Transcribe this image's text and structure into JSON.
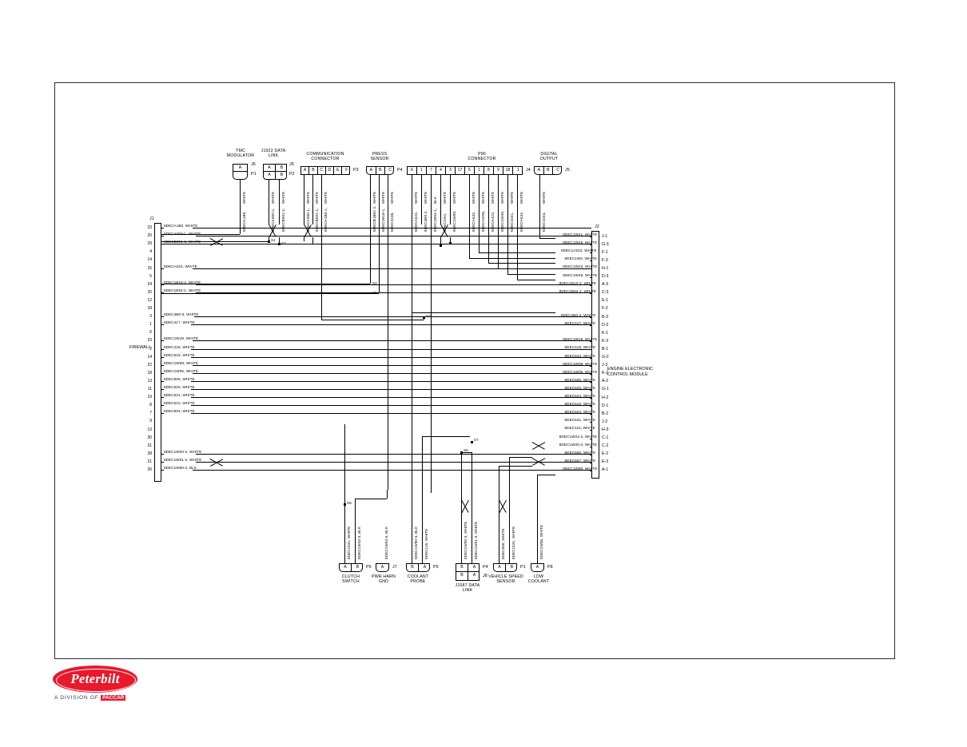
{
  "sheet": {
    "brand": "Peterbilt",
    "brand_sub_pre": "A DIVISION OF ",
    "brand_sub_mark": "PACCAR",
    "firewall_label": "FIREWALL",
    "ecm_label": "ENGINE ELECTRONIC\nCONTROL MODULE"
  },
  "top_connectors": [
    {
      "name": "top-connector-tmc",
      "title": "TMC\nMODULATOR",
      "pins": [
        "A"
      ],
      "ref_top": "J6",
      "ref_bottom": "P1",
      "wires": [
        {
          "gauge": "WHITE",
          "code": "8DECA1B0,"
        }
      ]
    },
    {
      "name": "top-connector-j1922",
      "title": "J1922 DATA\nLINK",
      "pins": [
        "A",
        "B"
      ],
      "ref_top": "J5",
      "ref_bottom": "P2",
      "wires": [
        {
          "gauge": "WHITE",
          "code": "8DECA000-2,"
        },
        {
          "gauge": "WHITE",
          "code": "8DECB001-2,"
        }
      ]
    },
    {
      "name": "top-connector-communication",
      "title": "COMMUNICATION\nCONNECTOR",
      "pins": [
        "A",
        "B",
        "C",
        "D",
        "E",
        "F"
      ],
      "ref_top": "",
      "ref_bottom": "P3",
      "wires": [
        {
          "gauge": "WHITE",
          "code": "8DECA000-1,"
        },
        {
          "gauge": "WHITE",
          "code": "8DECB001-2,"
        },
        {
          "gauge": "WHITE",
          "code": "8DECA1B0-1,"
        }
      ]
    },
    {
      "name": "top-connector-press-sensor",
      "title": "PRESS\nSENSOR",
      "pins": [
        "A",
        "B",
        "C"
      ],
      "ref_top": "",
      "ref_bottom": "P4",
      "wires": [
        {
          "gauge": "WHITE",
          "code": "8DECB1B52-2,"
        },
        {
          "gauge": "WHITE",
          "code": "8DEC1B18-1,"
        },
        {
          "gauge": "WHITE",
          "code": "8DEC3106,"
        }
      ]
    },
    {
      "name": "top-connector-p96",
      "title": "P96\nCONNECTOR",
      "pins": [
        "6",
        "1",
        "7",
        "4",
        "3",
        "17",
        "5",
        "1",
        "8",
        "9",
        "18",
        "1"
      ],
      "ref_top": "",
      "ref_bottom": "J4",
      "wires": [
        {
          "gauge": "WHITE",
          "code": "8DECA524,"
        },
        {
          "gauge": "WHITE",
          "code": "8DEC4B0-2,"
        },
        {
          "gauge": "BLK",
          "code": "8DEC1B53-1,"
        },
        {
          "gauge": "WHITE",
          "code": "8DEC1W1,"
        },
        {
          "gauge": "WHITE",
          "code": "8DEC1W09,"
        },
        {
          "gauge": "WHITE",
          "code": "8DECA543,"
        },
        {
          "gauge": "WHITE",
          "code": "8DEC1W06,"
        },
        {
          "gauge": "WHITE",
          "code": "8DECA423,"
        },
        {
          "gauge": "WHITE",
          "code": "8DEC1W45,"
        },
        {
          "gauge": "WHITE",
          "code": "8DEC1541,"
        },
        {
          "gauge": "WHITE",
          "code": "8DECA544,"
        }
      ]
    },
    {
      "name": "top-connector-digital-output",
      "title": "DIGITAL\nOUTPUT",
      "pins": [
        "A",
        "B",
        "C"
      ],
      "ref_top": "",
      "ref_bottom": "J5",
      "wires": [
        {
          "gauge": "WHITE",
          "code": "8DEC1544,"
        }
      ]
    }
  ],
  "j1": {
    "label": "J1",
    "rows": [
      {
        "pin": "23",
        "wire": "8DECA1B0, WHITE"
      },
      {
        "pin": "20",
        "wire": "8DECA000-1, WHITE"
      },
      {
        "pin": "29",
        "wire": "8DECB001-1, WHITE"
      },
      {
        "pin": "4",
        "wire": ""
      },
      {
        "pin": "14",
        "wire": ""
      },
      {
        "pin": "15",
        "wire": "8DECA024, WHITE"
      },
      {
        "pin": "5",
        "wire": ""
      },
      {
        "pin": "24",
        "wire": "8DEC1B18-2, WHITE"
      },
      {
        "pin": "25",
        "wire": "8DEC1B52-1, WHITE"
      },
      {
        "pin": "12",
        "wire": ""
      },
      {
        "pin": "18",
        "wire": ""
      },
      {
        "pin": "3",
        "wire": "8DEC4B0-3, WHITE"
      },
      {
        "pin": "1",
        "wire": "8DEC417, WHITE"
      },
      {
        "pin": "6",
        "wire": ""
      },
      {
        "pin": "23",
        "wire": "8DEC1W19, WHITE"
      },
      {
        "pin": "2",
        "wire": "8DEC418, WHITE"
      },
      {
        "pin": "14",
        "wire": "8DEC543, WHITE"
      },
      {
        "pin": "22",
        "wire": "8DEC1W08, WHITE"
      },
      {
        "pin": "18",
        "wire": "8DEC1W05, WHITE"
      },
      {
        "pin": "13",
        "wire": "8DEC555, WHITE"
      },
      {
        "pin": "11",
        "wire": "8DEC520, WHITE"
      },
      {
        "pin": "19",
        "wire": "8DEC524, WHITE"
      },
      {
        "pin": "8",
        "wire": "8DEC510, WHITE"
      },
      {
        "pin": "7",
        "wire": "8DEC504, WHITE"
      },
      {
        "pin": "9",
        "wire": ""
      },
      {
        "pin": "13",
        "wire": ""
      },
      {
        "pin": "30",
        "wire": ""
      },
      {
        "pin": "31",
        "wire": ""
      },
      {
        "pin": "28",
        "wire": "8DEC1W00-2, WHITE"
      },
      {
        "pin": "21",
        "wire": "8DEC1W01-2, WHITE"
      },
      {
        "pin": "26",
        "wire": "8DEC1W80-2, BLK"
      }
    ]
  },
  "j2": {
    "label": "J2",
    "rows": [
      {
        "id": "J-1",
        "wire": "8DEC1W41, WHITE"
      },
      {
        "id": "G-3",
        "wire": "8DEC1W45, WHITE"
      },
      {
        "id": "F-1",
        "wire": "8DEC1A523, WHITE"
      },
      {
        "id": "F-3",
        "wire": "8DEC1W0, WHITE"
      },
      {
        "id": "H-1",
        "wire": "8DEC1W23, WHITE"
      },
      {
        "id": "D-3",
        "wire": "8DEC1W46, WHITE"
      },
      {
        "id": "A-3",
        "wire": "8DEC1B10-2, WHITE"
      },
      {
        "id": "C-3",
        "wire": "8DEC1B52-1, WHITE"
      },
      {
        "id": "E-1",
        "wire": ""
      },
      {
        "id": "F-2",
        "wire": ""
      },
      {
        "id": "B-3",
        "wire": "8DEC4B0-4, WHITE"
      },
      {
        "id": "D-2",
        "wire": "8DEC417, WHITE"
      },
      {
        "id": "K-1",
        "wire": ""
      },
      {
        "id": "K-3",
        "wire": "8DEC1W19, WHITE"
      },
      {
        "id": "B-1",
        "wire": "8DEC418, WHITE"
      },
      {
        "id": "G-2",
        "wire": "8DEC543, WHITE"
      },
      {
        "id": "J-3",
        "wire": "8DEC1W08, WHITE"
      },
      {
        "id": "K-2",
        "wire": "8DEC1W05, WHITE"
      },
      {
        "id": "A-2",
        "wire": "8DEC555, WHITE"
      },
      {
        "id": "G-1",
        "wire": "8DEC520, WHITE"
      },
      {
        "id": "H-2",
        "wire": "8DEC524, WHITE"
      },
      {
        "id": "D-1",
        "wire": "8DEC510, WHITE"
      },
      {
        "id": "B-2",
        "wire": "8DEC504, WHITE"
      },
      {
        "id": "J-2",
        "wire": "8DEC531, WHITE"
      },
      {
        "id": "H-3",
        "wire": "8DEC115, WHITE"
      },
      {
        "id": "C-1",
        "wire": "8DEC1W01-3, WHITE"
      },
      {
        "id": "C-2",
        "wire": "8DEC1W00-3, WHITE"
      },
      {
        "id": "E-2",
        "wire": "8DEC556, WHITE"
      },
      {
        "id": "E-3",
        "wire": "8DEC557, WHITE"
      },
      {
        "id": "A-1",
        "wire": "8DEC1W80, WHITE"
      }
    ]
  },
  "bottom_connectors": [
    {
      "name": "bottom-connector-clutch-switch",
      "title": "CLUTCH\nSWITCH",
      "pins": [
        "A",
        "B"
      ],
      "ref": "P6",
      "wires": [
        {
          "code": "8DEC1531, WHITE"
        },
        {
          "code": "8DEC1W43-3, BLK"
        }
      ]
    },
    {
      "name": "bottom-connector-pwr-harn-gnd",
      "title": "PWR HARN\nGND",
      "pins": [
        "A"
      ],
      "ref": "J7",
      "wires": [
        {
          "code": "8DEC1W53-4, BLK"
        }
      ]
    },
    {
      "name": "bottom-connector-coolant-probe",
      "title": "COOLANT\nPROBE",
      "pins": [
        "B",
        "A"
      ],
      "ref": "P5",
      "wires": [
        {
          "code": "8DEC1W80-3, BLK"
        },
        {
          "code": "8DEC115, WHITE"
        }
      ]
    },
    {
      "name": "bottom-connector-j1587-data-link",
      "title": "J1587 DATA\nLINK",
      "pins": [
        "B",
        "A"
      ],
      "ref": "P4",
      "ref2": "J8",
      "wires": [
        {
          "code": "8DEC1W00-4, WHITE"
        },
        {
          "code": "8DEC1W01-4, WHITE"
        }
      ]
    },
    {
      "name": "bottom-connector-vehicle-speed-sensor",
      "title": "VEHICLE SPEED\nSENSOR",
      "pins": [
        "A",
        "B"
      ],
      "ref": "P1",
      "wires": [
        {
          "code": "8DEC556, WHITE"
        },
        {
          "code": "8DEC1531, WHITE"
        }
      ]
    },
    {
      "name": "bottom-connector-low-coolant",
      "title": "LOW\nCOOLANT",
      "pins": [
        "A"
      ],
      "ref": "P8",
      "wires": [
        {
          "code": "8DEC1W06, WHITE"
        }
      ]
    }
  ],
  "splices": [
    {
      "id": "S1"
    },
    {
      "id": "S2"
    },
    {
      "id": "S3"
    },
    {
      "id": "S4"
    },
    {
      "id": "S5"
    },
    {
      "id": "S6"
    },
    {
      "id": "S7"
    },
    {
      "id": "S8"
    }
  ]
}
